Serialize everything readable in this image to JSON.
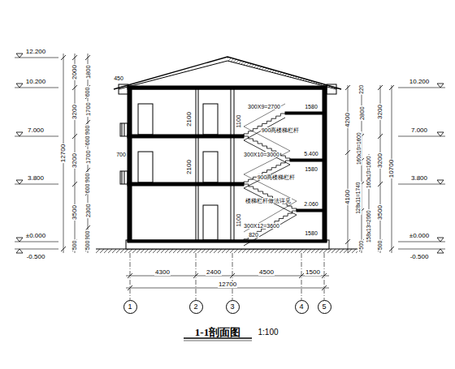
{
  "diagram": {
    "title": "1-1剖面图",
    "nodes": [
      {
        "text": [
          "1"
        ]
      },
      {
        "text": [
          "2"
        ]
      },
      {
        "text": [
          "3"
        ]
      },
      {
        "text": [
          "4"
        ]
      },
      {
        "text": [
          "5"
        ]
      }
    ],
    "labels": [
      "12.200",
      "10.200",
      "7.000",
      "3.800",
      "±0.000",
      "-0.500",
      "12700",
      "2000",
      "3200",
      "3200",
      "3500",
      "500",
      "1800",
      "600",
      "1700",
      "900",
      "600",
      "1700",
      "900",
      "600",
      "2300",
      "900",
      "500",
      "450",
      "700",
      "2100",
      "2100",
      "1100",
      "1100",
      "820",
      "300X9=2700",
      "1580",
      "900高楼梯栏杆",
      "5.400",
      "300X10=3000",
      "1580",
      "900高楼梯栏杆",
      "2.060",
      "楼梯栏杆做法详见",
      "300X12=3600",
      "1580",
      "10.200",
      "7.000",
      "3.800",
      "±0.000",
      "-0.500",
      "4200",
      "4100",
      "220",
      "2800",
      "160x10=1600",
      "160x10=1600",
      "128x11=1740",
      "158x13=2060",
      "500",
      "3200",
      "3200",
      "3500",
      "500",
      "10700",
      "4300",
      "2400",
      "4500",
      "1500",
      "12700",
      "1:100"
    ]
  }
}
